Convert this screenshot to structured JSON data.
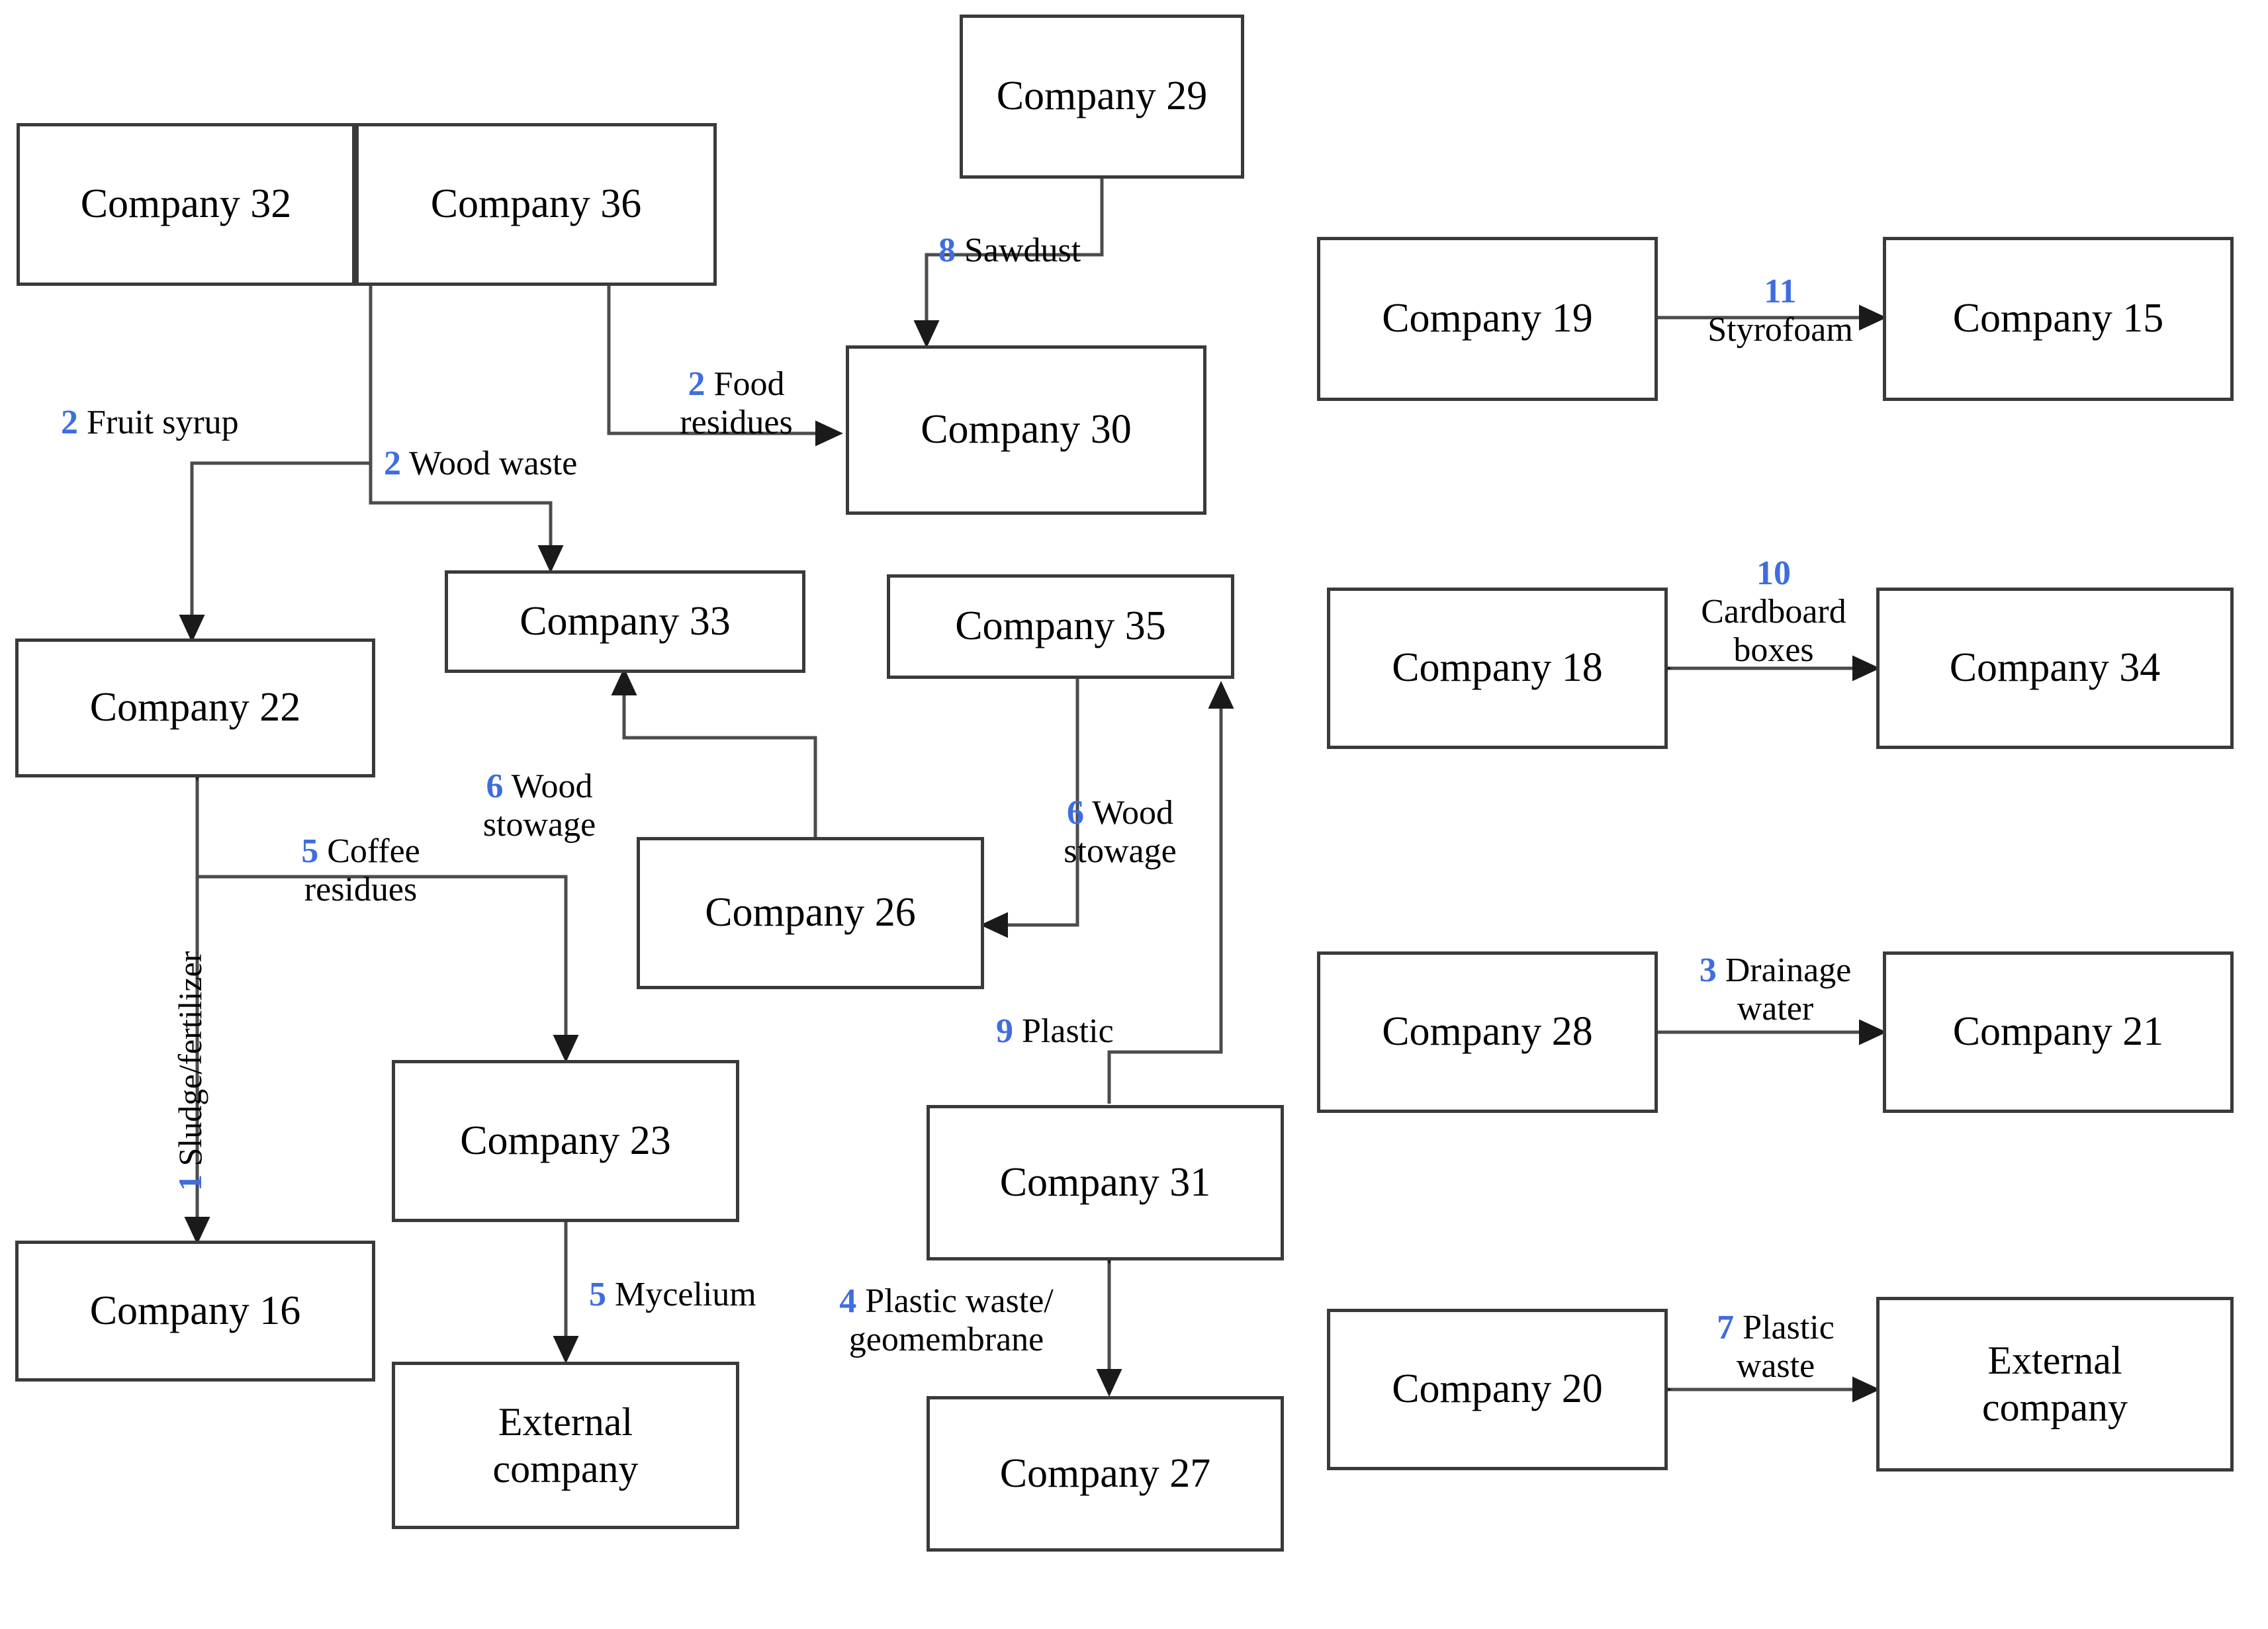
{
  "diagram": {
    "type": "industrial-symbiosis-network",
    "accent_color": "#3f6de0",
    "node_border_color": "#3a3a3a",
    "wire_color": "#4c4c4c",
    "background": "#ffffff"
  },
  "nodes": {
    "c32": "Company 32",
    "c36": "Company 36",
    "c29": "Company 29",
    "c30": "Company 30",
    "c19": "Company 19",
    "c15": "Company 15",
    "c22": "Company 22",
    "c33": "Company 33",
    "c35": "Company 35",
    "c18": "Company 18",
    "c34": "Company 34",
    "c26": "Company 26",
    "c23": "Company 23",
    "c28": "Company 28",
    "c21": "Company 21",
    "c16": "Company 16",
    "c31": "Company 31",
    "c20": "Company 20",
    "ext_left_l1": "External",
    "ext_left_l2": "company",
    "ext_right_l1": "External",
    "ext_right_l2": "company",
    "c27": "Company 27"
  },
  "edges": [
    {
      "id": "e_fruit_syrup",
      "num": "2",
      "text": "Fruit syrup",
      "from": "Company 32",
      "to": "Company 22",
      "direction": "one-way"
    },
    {
      "id": "e_wood_waste",
      "num": "2",
      "text": "Wood waste",
      "from": "Company 32",
      "to": "Company 33",
      "direction": "one-way"
    },
    {
      "id": "e_food_residues",
      "num": "2",
      "text_line1": "Food",
      "text_line2": "residues",
      "from": "Company 36",
      "to": "Company 30",
      "direction": "one-way"
    },
    {
      "id": "e_sawdust",
      "num": "8",
      "text": "Sawdust",
      "from": "Company 29",
      "to": "Company 30",
      "direction": "one-way"
    },
    {
      "id": "e_styrofoam",
      "num": "11",
      "text": "Styrofoam",
      "from": "Company 19",
      "to": "Company 15",
      "direction": "one-way"
    },
    {
      "id": "e_cardboard",
      "num": "10",
      "text_line1": "Cardboard",
      "text_line2": "boxes",
      "from": "Company 34",
      "to": "Company 18",
      "direction": "two-way"
    },
    {
      "id": "e_wood_stowage_26_33",
      "num": "6",
      "text_line1": "Wood",
      "text_line2": "stowage",
      "from": "Company 26",
      "to": "Company 33",
      "direction": "one-way"
    },
    {
      "id": "e_wood_stowage_35_26",
      "num": "6",
      "text_line1": "Wood",
      "text_line2": "stowage",
      "from": "Company 35",
      "to": "Company 26",
      "direction": "one-way"
    },
    {
      "id": "e_coffee_residues",
      "num": "5",
      "text_line1": "Coffee",
      "text_line2": "residues",
      "from": "Company 22",
      "to": "Company 23",
      "direction": "one-way"
    },
    {
      "id": "e_sludge_fertilizer",
      "num": "1",
      "text": "Sludge/fertilizer",
      "from": "Company 22",
      "to": "Company 16",
      "direction": "two-way",
      "orientation": "vertical"
    },
    {
      "id": "e_mycelium",
      "num": "5",
      "text": "Mycelium",
      "from": "Company 23",
      "to": "External company",
      "direction": "one-way"
    },
    {
      "id": "e_plastic_31_35",
      "num": "9",
      "text": "Plastic",
      "from": "Company 31",
      "to": "Company 35",
      "direction": "one-way"
    },
    {
      "id": "e_plastic_waste_geo",
      "num": "4",
      "text_line1": "Plastic  waste/",
      "text_line2": "geomembrane",
      "from": "Company 31",
      "to": "Company 27",
      "direction": "two-way"
    },
    {
      "id": "e_drainage_water",
      "num": "3",
      "text_line1": "Drainage",
      "text_line2": "water",
      "from": "Company 28",
      "to": "Company 21",
      "direction": "one-way"
    },
    {
      "id": "e_plastic_waste_ext",
      "num": "7",
      "text_line1": "Plastic",
      "text_line2": "waste",
      "from": "External company",
      "to": "Company 20",
      "direction": "two-way"
    }
  ]
}
